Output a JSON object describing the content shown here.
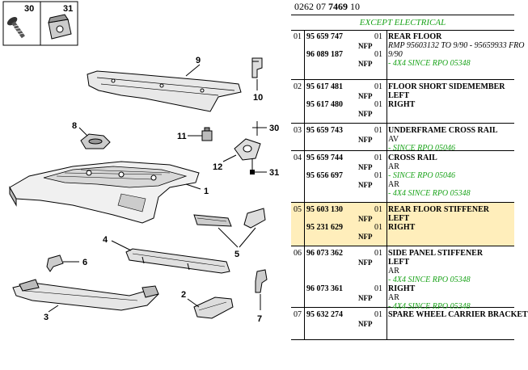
{
  "diagram": {
    "labels": [
      "30",
      "31",
      "9",
      "10",
      "8",
      "11",
      "30",
      "12",
      "31",
      "1",
      "5",
      "4",
      "6",
      "3",
      "2",
      "7"
    ]
  },
  "header": {
    "prefix": "0262 07 ",
    "bold": "7469",
    "suffix": " 10"
  },
  "except": "EXCEPT ELECTRICAL",
  "rows": [
    {
      "sec": "01",
      "lines": [
        {
          "part": "95 659 747",
          "qty": "01",
          "desc": "REAR FLOOR",
          "style": "b"
        },
        {
          "part": "",
          "nfp": "NFP",
          "desc": "RMP 95603132 TO 9/90 - 95659933 FRO",
          "style": "n"
        },
        {
          "part": "96 089 187",
          "qty": "01",
          "desc": "9/90",
          "style": "n"
        },
        {
          "part": "",
          "nfp": "NFP",
          "desc": "- 4X4 SINCE RPO 05348",
          "style": "g"
        }
      ]
    },
    {
      "sec": "02",
      "lines": [
        {
          "part": "95 617 481",
          "qty": "01",
          "desc": "FLOOR SHORT SIDEMEMBER",
          "style": "b"
        },
        {
          "part": "",
          "nfp": "NFP",
          "desc": "LEFT",
          "style": "b"
        },
        {
          "part": "95 617 480",
          "qty": "01",
          "desc": "RIGHT",
          "style": "b"
        },
        {
          "part": "",
          "nfp": "NFP",
          "desc": "",
          "style": "b"
        }
      ]
    },
    {
      "sec": "03",
      "lines": [
        {
          "part": "95 659 743",
          "qty": "01",
          "desc": "UNDERFRAME CROSS RAIL",
          "style": "b"
        },
        {
          "part": "",
          "nfp": "NFP",
          "desc": "AV",
          "style": ""
        },
        {
          "part": "",
          "desc": "- SINCE RPO 05046",
          "style": "g"
        }
      ]
    },
    {
      "sec": "04",
      "lines": [
        {
          "part": "95 659 744",
          "qty": "01",
          "desc": "CROSS RAIL",
          "style": "b"
        },
        {
          "part": "",
          "nfp": "NFP",
          "desc": "AR",
          "style": ""
        },
        {
          "part": "95 656 697",
          "qty": "01",
          "desc": "- SINCE RPO 05046",
          "style": "g"
        },
        {
          "part": "",
          "nfp": "NFP",
          "desc": "AR",
          "style": ""
        },
        {
          "part": "",
          "desc": "- 4X4 SINCE RPO 05348",
          "style": "g"
        }
      ]
    },
    {
      "sec": "05",
      "hl": true,
      "lines": [
        {
          "part": "95 603 130",
          "qty": "01",
          "desc": "REAR FLOOR STIFFENER",
          "style": "b"
        },
        {
          "part": "",
          "nfp": "NFP",
          "desc": "LEFT",
          "style": "b"
        },
        {
          "part": "95 231 629",
          "qty": "01",
          "desc": "RIGHT",
          "style": "b"
        },
        {
          "part": "",
          "nfp": "NFP",
          "desc": "",
          "style": "b"
        }
      ]
    },
    {
      "sec": "06",
      "lines": [
        {
          "part": "96 073 362",
          "qty": "01",
          "desc": "SIDE PANEL STIFFENER",
          "style": "b"
        },
        {
          "part": "",
          "nfp": "NFP",
          "desc": "LEFT",
          "style": "b"
        },
        {
          "part": "",
          "desc": "AR",
          "style": ""
        },
        {
          "part": "",
          "desc": "- 4X4 SINCE RPO 05348",
          "style": "g"
        },
        {
          "part": "96 073 361",
          "qty": "01",
          "desc": "RIGHT",
          "style": "b"
        },
        {
          "part": "",
          "nfp": "NFP",
          "desc": "AR",
          "style": ""
        },
        {
          "part": "",
          "desc": "- 4X4 SINCE RPO 05348",
          "style": "g"
        }
      ]
    },
    {
      "sec": "07",
      "lines": [
        {
          "part": "95 632 274",
          "qty": "01",
          "desc": "SPARE WHEEL CARRIER BRACKET",
          "style": "b"
        },
        {
          "part": "",
          "nfp": "NFP",
          "desc": "",
          "style": "b"
        }
      ]
    }
  ]
}
